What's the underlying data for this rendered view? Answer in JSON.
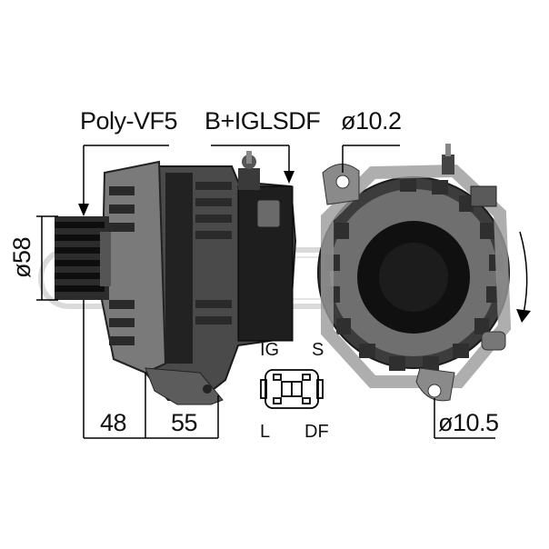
{
  "labels": {
    "pulley": "Poly-VF5",
    "terminal": "B+IGLSDF",
    "hole_top": "ø10.2",
    "diameter": "ø58",
    "dim_left": "48",
    "dim_right": "55",
    "hole_bottom": "ø10.5"
  },
  "connector": {
    "pins": [
      "IG",
      "S",
      "L",
      "DF"
    ]
  },
  "colors": {
    "body_dark": "#2e2e2e",
    "body_mid": "#5a5a5a",
    "body_light": "#8c8c8c",
    "line": "#000000",
    "watermark": "#cfcfcf"
  },
  "icons": {
    "rotation": "clockwise-arrow-icon"
  }
}
